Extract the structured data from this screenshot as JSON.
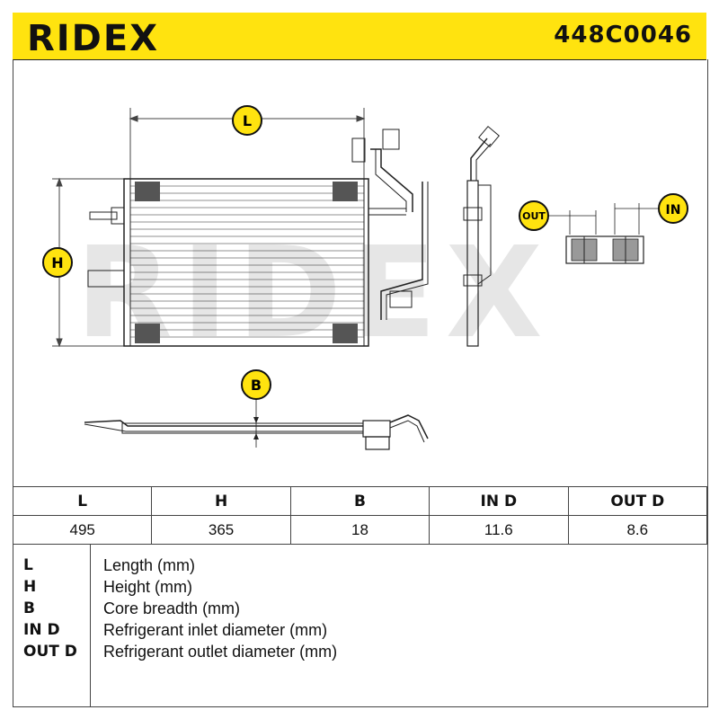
{
  "header": {
    "brand": "RIDEX",
    "part_number": "448C0046",
    "background_color": "#FFE30F"
  },
  "drawing": {
    "watermark": "RIDEX",
    "markers": {
      "length": "L",
      "height": "H",
      "breadth": "B",
      "outlet": "OUT",
      "inlet": "IN"
    }
  },
  "specs": {
    "headers": [
      "L",
      "H",
      "B",
      "IN D",
      "OUT D"
    ],
    "values": [
      "495",
      "365",
      "18",
      "11.6",
      "8.6"
    ]
  },
  "legend": [
    {
      "key": "L",
      "desc": "Length (mm)"
    },
    {
      "key": "H",
      "desc": "Height (mm)"
    },
    {
      "key": "B",
      "desc": "Core breadth (mm)"
    },
    {
      "key": "IN D",
      "desc": "Refrigerant inlet diameter (mm)"
    },
    {
      "key": "OUT D",
      "desc": "Refrigerant outlet diameter (mm)"
    }
  ]
}
